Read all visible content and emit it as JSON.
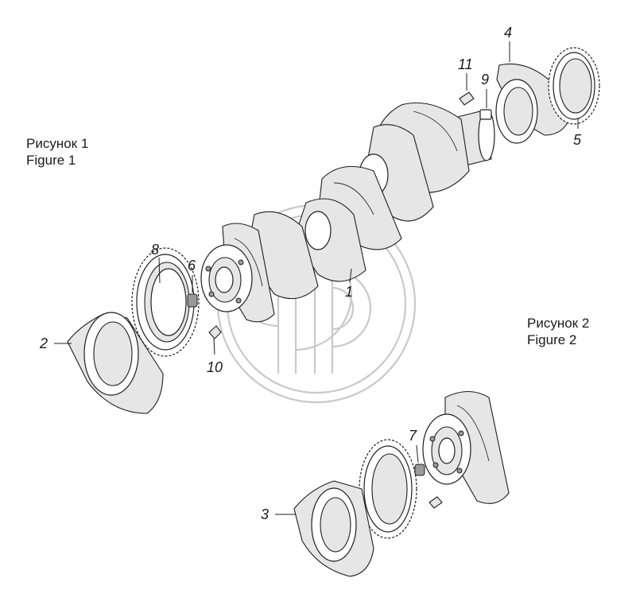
{
  "figure1": {
    "caption_ru": "Рисунок 1",
    "caption_en": "Figure 1"
  },
  "figure2": {
    "caption_ru": "Рисунок 2",
    "caption_en": "Figure 2"
  },
  "callouts": {
    "c1": "1",
    "c2": "2",
    "c3": "3",
    "c4": "4",
    "c5": "5",
    "c6": "6",
    "c7": "7",
    "c8": "8",
    "c9": "9",
    "c10": "10",
    "c11": "11"
  }
}
